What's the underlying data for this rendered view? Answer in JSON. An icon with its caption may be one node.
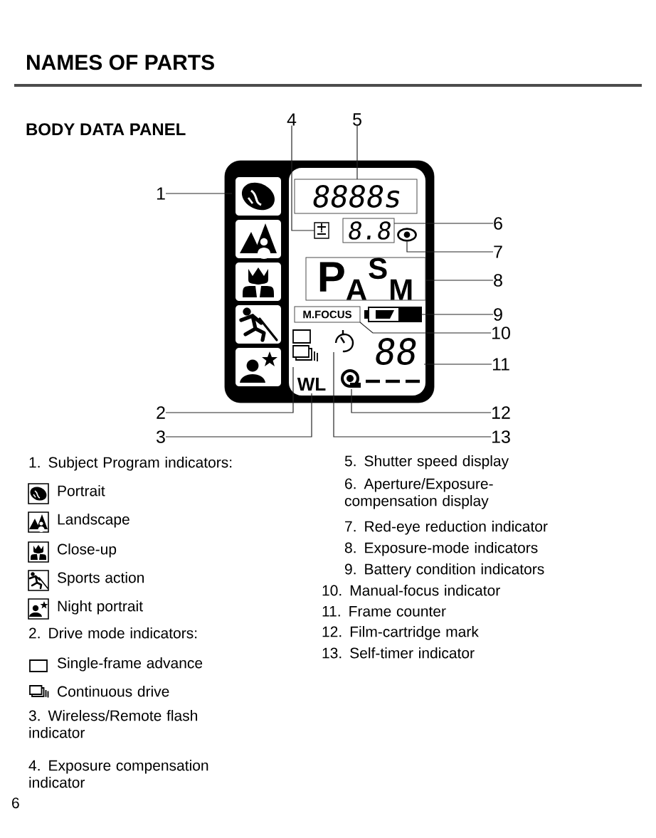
{
  "diagram": {
    "title": "NAMES OF PARTS",
    "nodes": [
      {
        "text": [
          "1"
        ]
      },
      {
        "text": [
          "2"
        ]
      },
      {
        "text": [
          "3"
        ]
      },
      {
        "text": [
          "4"
        ]
      },
      {
        "text": [
          "5"
        ]
      },
      {
        "text": [
          "6"
        ]
      },
      {
        "text": [
          "7"
        ]
      },
      {
        "text": [
          "8"
        ]
      },
      {
        "text": [
          "9"
        ]
      },
      {
        "text": [
          "10"
        ]
      },
      {
        "text": [
          "11"
        ]
      },
      {
        "text": [
          "12"
        ]
      },
      {
        "text": [
          "13"
        ]
      },
      {
        "text": [],
        "shape": "box"
      },
      {
        "text": [],
        "shape": "picture",
        "in": 13
      },
      {
        "text": [],
        "shape": "picture",
        "in": 13
      },
      {
        "text": [
          "WL"
        ],
        "in": 13
      },
      {
        "text": [],
        "shape": "picture",
        "in": 13
      },
      {
        "text": [
          "8888s"
        ],
        "in": 13
      },
      {
        "text": [
          "8.8"
        ],
        "in": 13
      },
      {
        "text": [],
        "shape": "picture",
        "in": 13
      },
      {
        "text": [
          "P$_{A}$$^{S}$$_{M}$"
        ],
        "in": 13
      },
      {
        "text": [],
        "shape": "picture",
        "in": 13
      },
      {
        "text": [
          "M.FOCUS"
        ],
        "in": 13
      },
      {
        "text": [
          "88"
        ],
        "in": 13
      },
      {
        "text": [],
        "shape": "picture",
        "in": 13
      },
      {
        "text": [],
        "shape": "picture",
        "in": 13
      }
    ],
    "edges": [
      {
        "from": 0,
        "to": 14,
        "arrow": "none"
      },
      {
        "from": 1,
        "to": 15,
        "arrow": "none"
      },
      {
        "from": 2,
        "to": 16,
        "arrow": "none"
      },
      {
        "from": 3,
        "to": 17,
        "arrow": "none"
      },
      {
        "from": 4,
        "to": 18,
        "arrow": "none"
      },
      {
        "from": 5,
        "to": 19,
        "arrow": "none"
      },
      {
        "from": 6,
        "to": 20,
        "arrow": "none"
      },
      {
        "from": 7,
        "to": 21,
        "arrow": "none"
      },
      {
        "from": 8,
        "to": 22,
        "arrow": "none"
      },
      {
        "from": 9,
        "to": 23,
        "arrow": "none"
      },
      {
        "from": 10,
        "to": 24,
        "arrow": "none"
      },
      {
        "from": 11,
        "to": 25,
        "arrow": "none"
      },
      {
        "from": 12,
        "to": 26,
        "arrow": "none"
      }
    ],
    "labels": [
      "BODY DATA PANEL",
      "1. Subject Program indicators:",
      "Portrait",
      "Landscape",
      "Close-up",
      "Sports action",
      "Night portrait",
      "2. Drive mode indicators:",
      "Single-frame advance",
      "Continuous drive",
      "3. Wireless/Remote flash indicator",
      "4. Exposure compensation indicator",
      "5. Shutter speed display",
      "6. Aperture/Exposure-compensation display",
      "7. Red-eye reduction indicator",
      "8. Exposure-mode indicators",
      "9. Battery condition indicators",
      "10. Manual-focus indicator",
      "11. Frame counter",
      "12. Film-cartridge mark",
      "13. Self-timer indicator",
      "6"
    ]
  }
}
